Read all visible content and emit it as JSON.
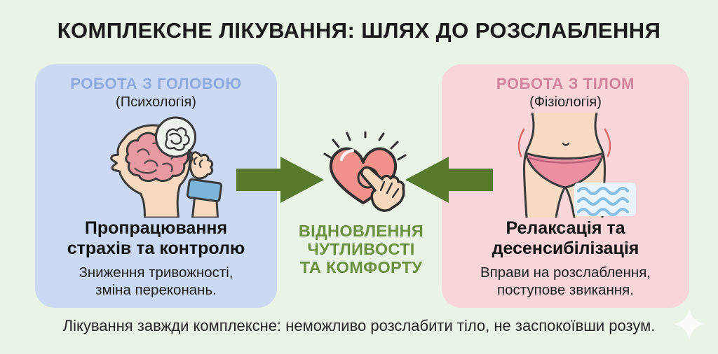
{
  "title": "КОМПЛЕКСНЕ ЛІКУВАННЯ: ШЛЯХ ДО РОЗСЛАБЛЕННЯ",
  "left_panel": {
    "heading": "РОБОТА З ГОЛОВОЮ",
    "subheading": "(Психологія)",
    "illustration": "head-profile-with-brain-and-tangled-thought-bubble",
    "title_lines": [
      "Пропрацювання",
      "страхів та контролю"
    ],
    "desc_lines": [
      "Зниження тривожності,",
      "зміна переконань."
    ],
    "colors": {
      "bg": "#cbd9f3",
      "heading": "#8ea9dd"
    }
  },
  "center": {
    "illustration": "heart-touched-by-hand-with-rays",
    "text_lines": [
      "ВІДНОВЛЕННЯ",
      "ЧУТЛИВОСТІ",
      "ТА КОМФОРТУ"
    ],
    "colors": {
      "arrows": "#587a2d",
      "text": "#6a8f3f",
      "heart": "#f2928a"
    }
  },
  "right_panel": {
    "heading": "РОБОТА З ТІЛОМ",
    "subheading": "(Фізіологія)",
    "illustration": "pelvis-with-underwear-and-relaxation-waves",
    "title_lines": [
      "Релаксація та",
      "десенсибілізація"
    ],
    "desc_lines": [
      "Вправи на розслаблення,",
      "поступове звикання."
    ],
    "colors": {
      "bg": "#f7d5d8",
      "heading": "#d2849c"
    }
  },
  "footer": "Лікування завжди комплексне: неможливо розслабити тіло, не заспокоївши розум.",
  "background_color": "#e9f3e6"
}
